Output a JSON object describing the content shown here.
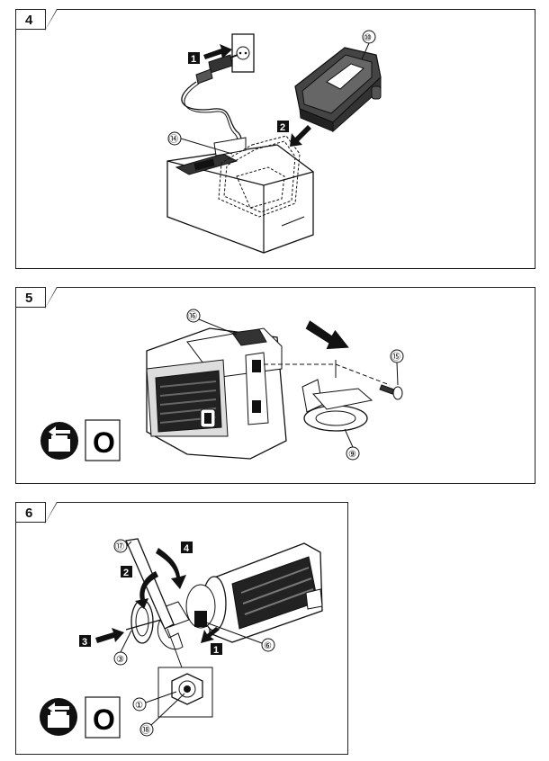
{
  "panels": [
    {
      "number": "4"
    },
    {
      "number": "5"
    },
    {
      "number": "6"
    }
  ],
  "panel4": {
    "steps": [
      "1",
      "2"
    ],
    "callouts": [
      "⑩",
      "⑭"
    ]
  },
  "panel5": {
    "callouts": [
      "⑯",
      "⑮",
      "⑨"
    ],
    "o_symbol": "O"
  },
  "panel6": {
    "steps": [
      "1",
      "2",
      "3",
      "4"
    ],
    "callouts": [
      "⑰",
      "③",
      "⑥",
      "①",
      "⑱"
    ],
    "o_symbol": "O"
  },
  "icons": [
    "remove-battery-icon",
    "arrow-icon"
  ]
}
